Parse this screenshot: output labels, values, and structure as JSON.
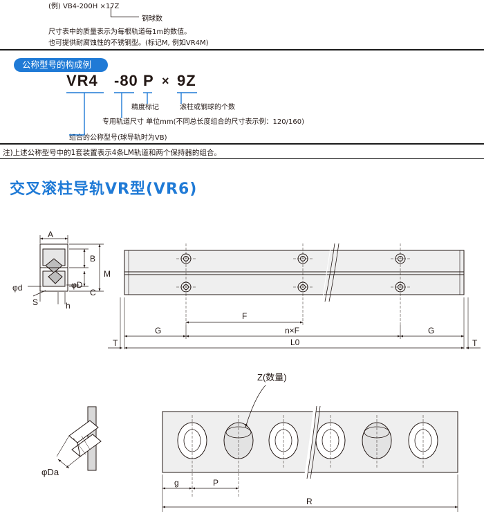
{
  "example": {
    "model_line": "(例) VB4-200H ×17Z",
    "ball_count_label": "钢球数",
    "note_line1": "尺寸表中的质量表示为每根轨道每1m的数值。",
    "note_line2": "也可提供耐腐蚀性的不锈钢型。(标记M, 例如VR4M)"
  },
  "composition": {
    "heading": "公称型号的构成例",
    "part_model": "VR4",
    "part_length": "-80",
    "part_precision": "P",
    "times": "×",
    "part_count": "9Z",
    "label_precision": "精度标记",
    "label_count": "滚柱或钢球的个数",
    "label_length": "专用轨道尺寸 单位mm(不同总长度组合的尺寸表示例：120/160)",
    "label_model": "组合的公称型号(球导轨时为VB)",
    "footnote": "注)上述公称型号中的1套装置表示4条LM轨道和两个保持器的组合。"
  },
  "section": {
    "title": "交叉滚柱导轨VR型(VR6)"
  },
  "drawing": {
    "label_A": "A",
    "label_B": "B",
    "label_M": "M",
    "label_C": "C",
    "label_d": "φd",
    "label_D": "φD",
    "label_S": "S",
    "label_h": "h",
    "label_F": "F",
    "label_G_left": "G",
    "label_G_right": "G",
    "label_nF": "n×F",
    "label_T_left": "T",
    "label_T_right": "T",
    "label_L0": "L0",
    "label_Z": "Z(数量)",
    "label_Da": "φDa",
    "label_g": "g",
    "label_P": "P",
    "label_R": "R"
  }
}
